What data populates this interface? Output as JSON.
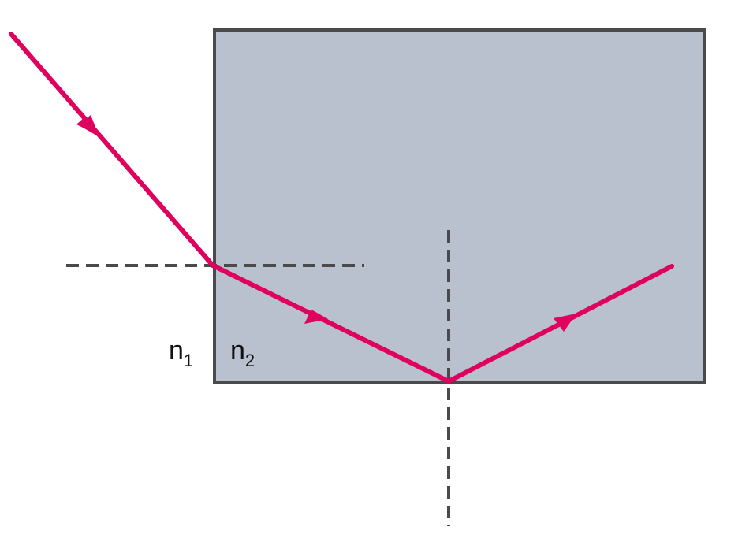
{
  "labels": {
    "n1": {
      "base": "n",
      "sub": "1"
    },
    "n2": {
      "base": "n",
      "sub": "2"
    }
  },
  "colors": {
    "ray": "#e0005e",
    "block_fill": "#b8c1cd",
    "block_stroke": "#4a4a4a",
    "normal_line": "#4a4a4a",
    "background": "#ffffff"
  }
}
